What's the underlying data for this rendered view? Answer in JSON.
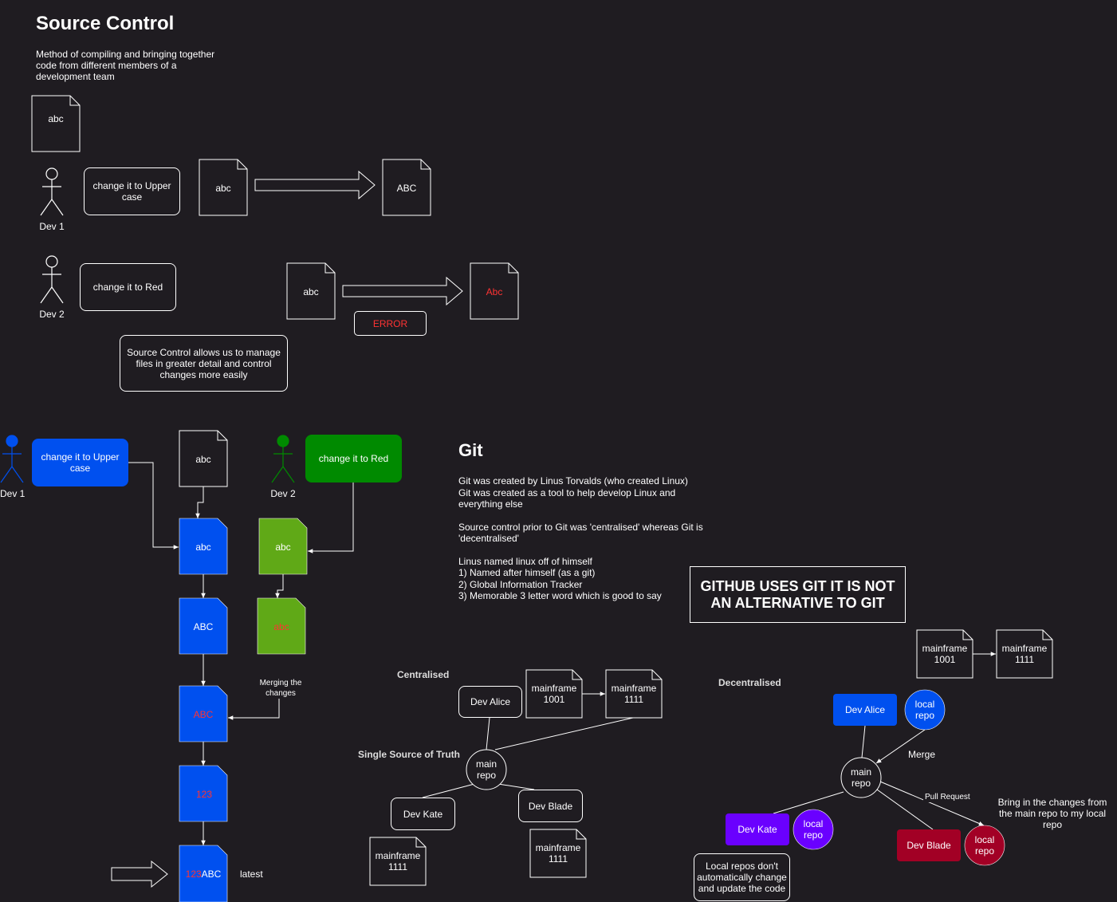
{
  "title": "Source Control",
  "intro": "Method of compiling and bringing together code from different members of a development team",
  "top": {
    "doc_abc": "abc",
    "dev1": "Dev 1",
    "dev2": "Dev 2",
    "upper_task": "change it to Upper case",
    "red_task": "change it to Red",
    "doc1": "abc",
    "doc1_result": "ABC",
    "doc2": "abc",
    "doc2_result": "Abc",
    "error": "ERROR",
    "note": "Source Control allows us to manage files in greater detail and control changes more easily"
  },
  "merge": {
    "dev1": "Dev 1",
    "dev2": "Dev 2",
    "upper_task": "change it to Upper case",
    "red_task": "change it to Red",
    "source": "abc",
    "b1": "abc",
    "b2": "ABC",
    "b3": "ABC",
    "b4": "123",
    "b5_red": "123",
    "b5_white": "ABC",
    "g1": "abc",
    "g2": "abc",
    "merging_label": "Merging the changes",
    "latest": "latest"
  },
  "git": {
    "heading": "Git",
    "lines": [
      "Git was created by Linus Torvalds (who created Linux)",
      "Git was created as a tool to help develop Linux and everything else",
      "",
      "Source control prior to Git was 'centralised' whereas Git is 'decentralised'",
      "",
      "Linus named linux off of himself",
      "1) Named after himself (as a git)",
      "2) Global Information Tracker",
      "3) Memorable 3 letter word which is good to say"
    ],
    "github_note": "GITHUB USES GIT IT IS NOT AN ALTERNATIVE TO GIT"
  },
  "centralised": {
    "label": "Centralised",
    "truth_label": "Single Source of Truth",
    "dev_alice": "Dev Alice",
    "mf1001": "mainframe 1001",
    "mf1111": "mainframe 1111",
    "main_repo": "main repo",
    "dev_kate": "Dev Kate",
    "dev_blade": "Dev Blade",
    "kate_mf": "mainframe 1111",
    "blade_mf": "mainframe 1111"
  },
  "decentralised": {
    "label": "Decentralised",
    "mf1001": "mainframe 1001",
    "mf1111": "mainframe 1111",
    "dev_alice": "Dev Alice",
    "local_repo_alice": "local repo",
    "merge": "Merge",
    "main_repo": "main repo",
    "pull_request": "Pull Request",
    "bring_in": "Bring in the changes from the main repo to my local repo",
    "dev_kate": "Dev Kate",
    "local_repo_kate": "local repo",
    "dev_blade": "Dev Blade",
    "local_repo_blade": "local repo",
    "local_note": "Local repos don't automatically change and update the code"
  },
  "colors": {
    "background": "#1f1c21",
    "blue": "#0050ef",
    "green": "#008a00",
    "lime": "#60a917",
    "purple": "#6a00ff",
    "crimson": "#a20025",
    "error_red": "#ff3333"
  }
}
